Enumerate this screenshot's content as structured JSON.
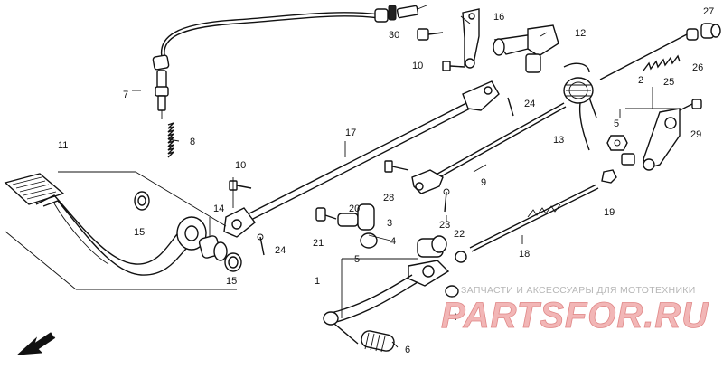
{
  "labels": {
    "l1": "1",
    "l2": "2",
    "l3": "3",
    "l4a": "4",
    "l4b": "4",
    "l5a": "5",
    "l5b": "5",
    "l6": "6",
    "l7": "7",
    "l8": "8",
    "l9": "9",
    "l10a": "10",
    "l10b": "10",
    "l11": "11",
    "l12": "12",
    "l13": "13",
    "l14": "14",
    "l15a": "15",
    "l15b": "15",
    "l16": "16",
    "l17": "17",
    "l18": "18",
    "l19": "19",
    "l20": "20",
    "l21": "21",
    "l22": "22",
    "l23": "23",
    "l24a": "24",
    "l24b": "24",
    "l25": "25",
    "l26": "26",
    "l27": "27",
    "l28": "28",
    "l29": "29",
    "l30": "30"
  },
  "direction_label": "FR.",
  "watermark": {
    "caption": "ЗАПЧАСТИ И АКСЕССУАРЫ ДЛЯ МОТОТЕХНИКИ",
    "brand": "PARTSFOR.RU"
  }
}
